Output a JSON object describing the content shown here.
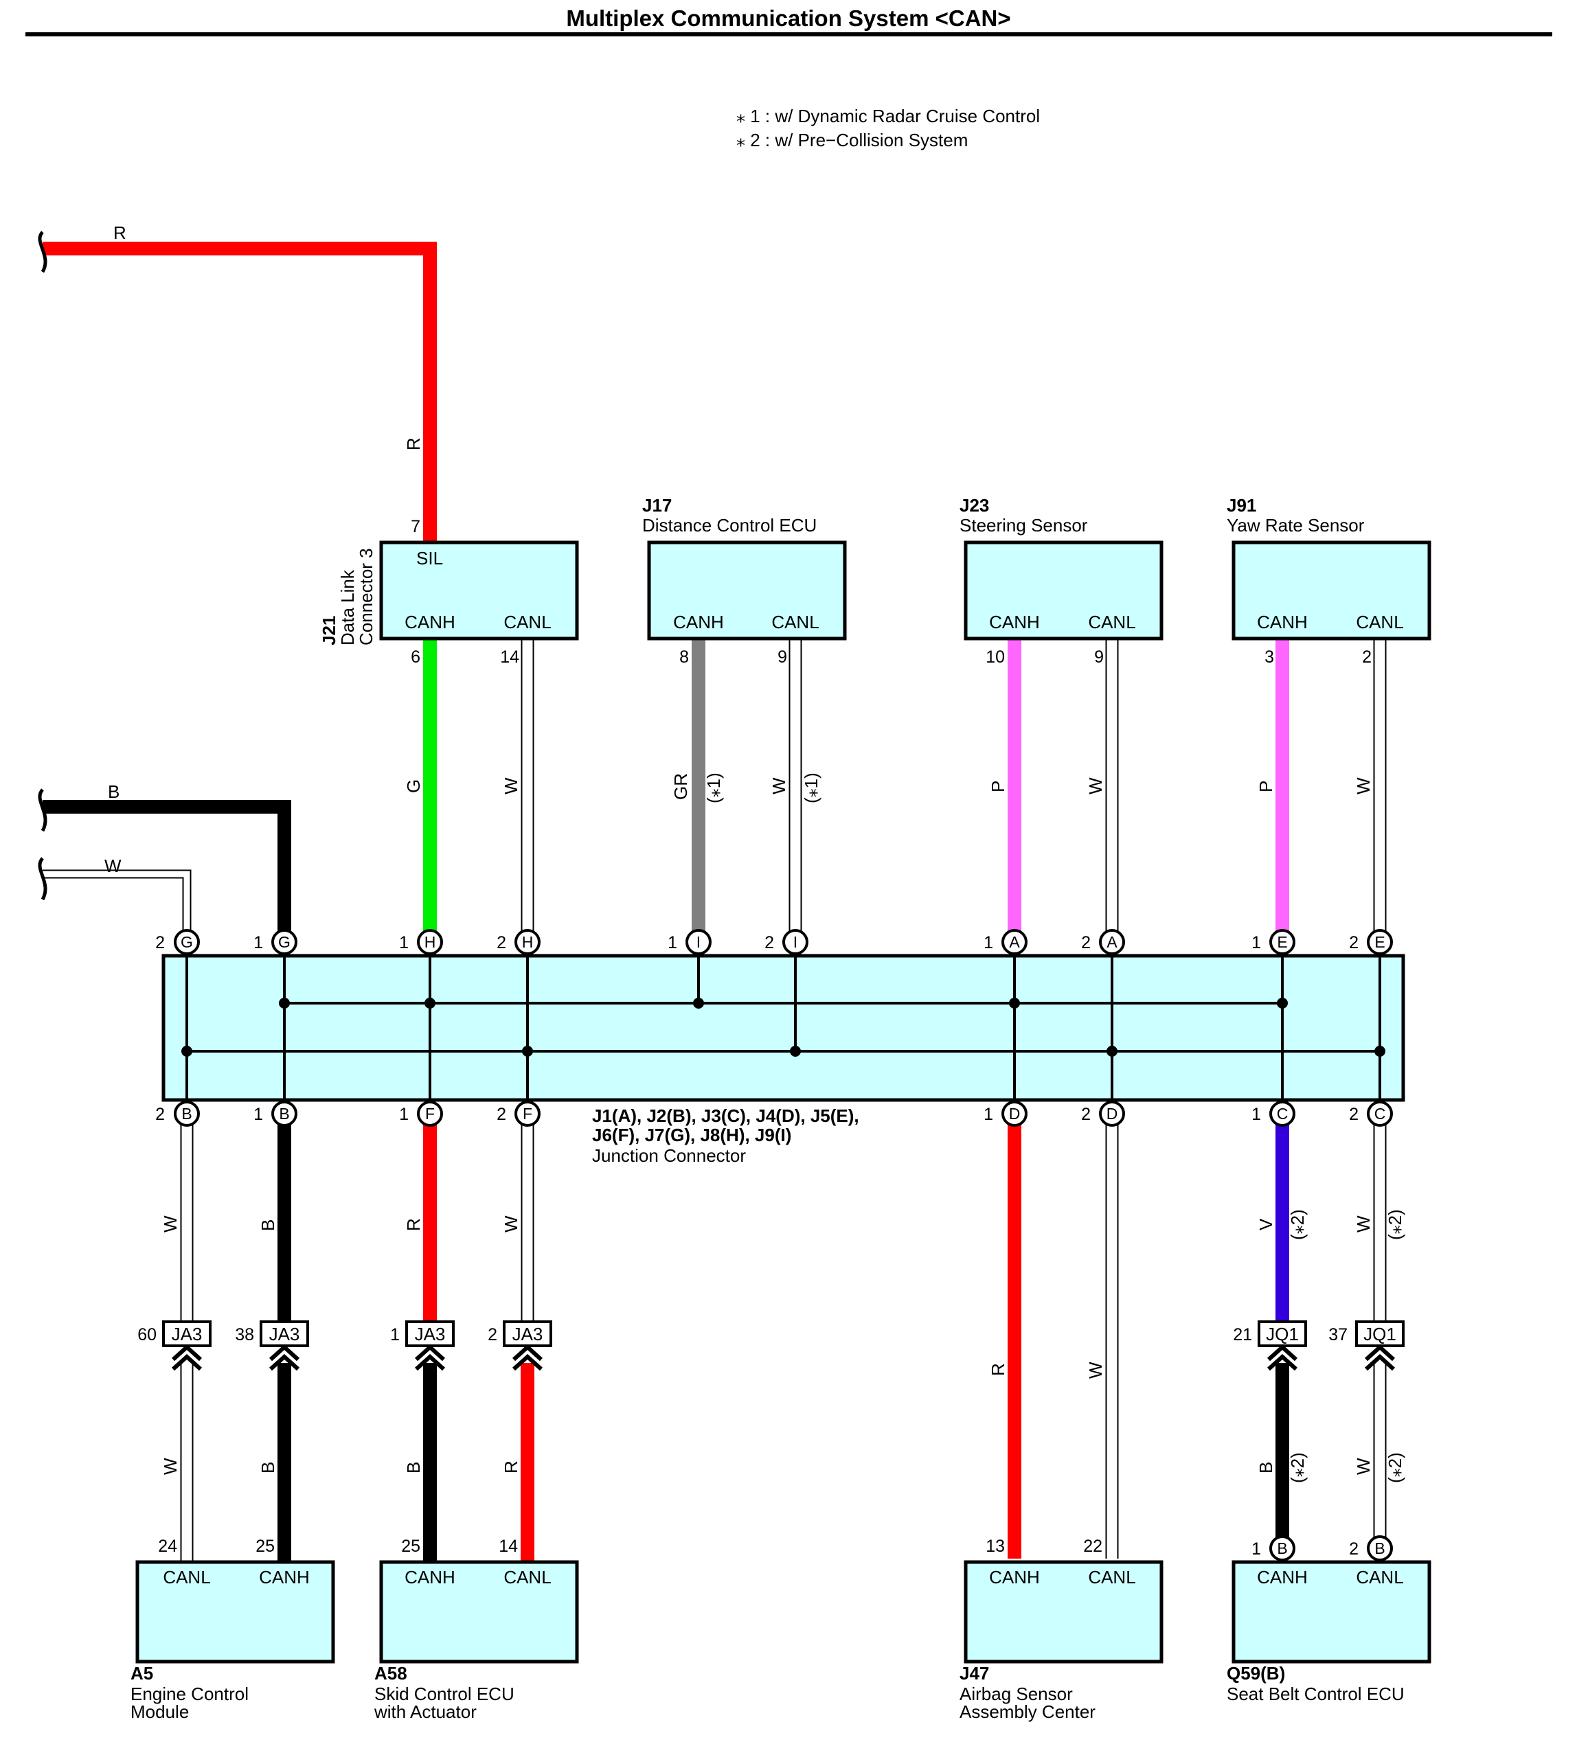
{
  "title": "Multiplex Communication System <CAN>",
  "notes": [
    "⁎ 1 : w/ Dynamic Radar Cruise Control",
    "⁎ 2 : w/ Pre−Collision System"
  ],
  "colors": {
    "R": "#ff0000",
    "B": "#000000",
    "G": "#00ee00",
    "W": "#ffffff",
    "GR": "#808080",
    "P": "#ff66ff",
    "V": "#3300dd",
    "box_fill": "#ccffff"
  },
  "components": {
    "j21": {
      "code": "J21",
      "name_line1": "Data Link",
      "name_line2": "Connector 3",
      "sil": "SIL",
      "canh": "CANH",
      "canl": "CANL",
      "pin_sil": "7",
      "pin_canh": "6",
      "pin_canl": "14"
    },
    "j17": {
      "code": "J17",
      "name": "Distance Control ECU",
      "canh": "CANH",
      "canl": "CANL",
      "pin_canh": "8",
      "pin_canl": "9"
    },
    "j23": {
      "code": "J23",
      "name": "Steering Sensor",
      "canh": "CANH",
      "canl": "CANL",
      "pin_canh": "10",
      "pin_canl": "9"
    },
    "j91": {
      "code": "J91",
      "name": "Yaw Rate Sensor",
      "canh": "CANH",
      "canl": "CANL",
      "pin_canh": "3",
      "pin_canl": "2"
    },
    "a5": {
      "code": "A5",
      "name_line1": "Engine Control",
      "name_line2": "Module",
      "canl": "CANL",
      "canh": "CANH",
      "pin_canl": "24",
      "pin_canh": "25"
    },
    "a58": {
      "code": "A58",
      "name_line1": "Skid Control ECU",
      "name_line2": "with Actuator",
      "canh": "CANH",
      "canl": "CANL",
      "pin_canh": "25",
      "pin_canl": "14"
    },
    "j47": {
      "code": "J47",
      "name_line1": "Airbag Sensor",
      "name_line2": "Assembly Center",
      "canh": "CANH",
      "canl": "CANL",
      "pin_canh": "13",
      "pin_canl": "22"
    },
    "q59": {
      "code": "Q59(B)",
      "name": "Seat Belt Control ECU",
      "canh": "CANH",
      "canl": "CANL",
      "pin_canh": "1",
      "pin_canl": "2",
      "node": "B"
    }
  },
  "junction": {
    "line1": "J1(A), J2(B), J3(C), J4(D), J5(E),",
    "line2": "J6(F), J7(G), J8(H), J9(I)",
    "line3": "Junction Connector"
  },
  "top_nodes": [
    {
      "pin": "2",
      "letter": "G"
    },
    {
      "pin": "1",
      "letter": "G"
    },
    {
      "pin": "1",
      "letter": "H"
    },
    {
      "pin": "2",
      "letter": "H"
    },
    {
      "pin": "1",
      "letter": "I"
    },
    {
      "pin": "2",
      "letter": "I"
    },
    {
      "pin": "1",
      "letter": "A"
    },
    {
      "pin": "2",
      "letter": "A"
    },
    {
      "pin": "1",
      "letter": "E"
    },
    {
      "pin": "2",
      "letter": "E"
    }
  ],
  "bottom_nodes": [
    {
      "pin": "2",
      "letter": "B"
    },
    {
      "pin": "1",
      "letter": "B"
    },
    {
      "pin": "1",
      "letter": "F"
    },
    {
      "pin": "2",
      "letter": "F"
    },
    {
      "pin": "1",
      "letter": "D"
    },
    {
      "pin": "2",
      "letter": "D"
    },
    {
      "pin": "1",
      "letter": "C"
    },
    {
      "pin": "2",
      "letter": "C"
    }
  ],
  "inline_connectors": [
    {
      "pin": "60",
      "code": "JA3"
    },
    {
      "pin": "38",
      "code": "JA3"
    },
    {
      "pin": "1",
      "code": "JA3"
    },
    {
      "pin": "2",
      "code": "JA3"
    },
    {
      "pin": "21",
      "code": "JQ1"
    },
    {
      "pin": "37",
      "code": "JQ1"
    }
  ],
  "wire_labels": {
    "R": "R",
    "B": "B",
    "G": "G",
    "W": "W",
    "GR": "GR",
    "P": "P",
    "V": "V",
    "n1": "(⁎1)",
    "n2": "(⁎2)"
  }
}
